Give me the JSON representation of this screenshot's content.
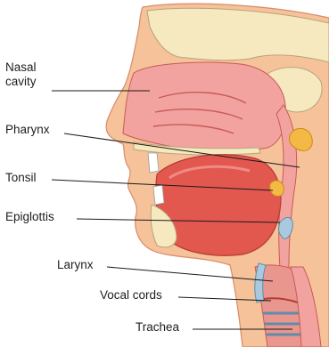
{
  "labels": {
    "nasal_cavity": "Nasal\ncavity",
    "pharynx": "Pharynx",
    "tonsil": "Tonsil",
    "epiglottis": "Epiglottis",
    "larynx": "Larynx",
    "vocal_cords": "Vocal cords",
    "trachea": "Trachea"
  },
  "colors": {
    "skin": "#f5c29a",
    "bone": "#f6e9bf",
    "cavity": "#f2a3a0",
    "tissue_red": "#e2574e",
    "cartilage": "#a9c9de",
    "leader": "#1a1a1a"
  }
}
